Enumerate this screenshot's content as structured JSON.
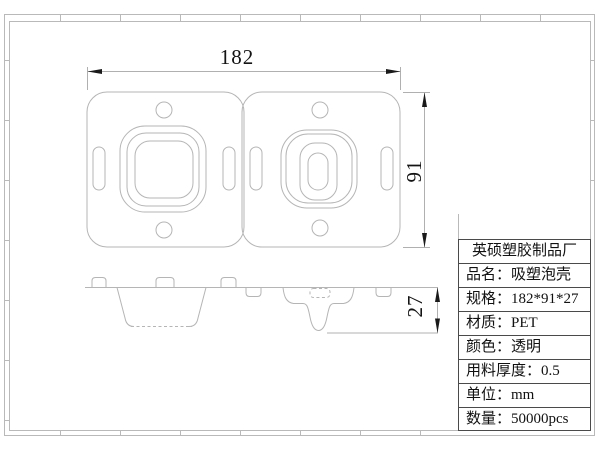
{
  "drawing": {
    "dimensions": {
      "width_label": "182",
      "height_label": "91",
      "depth_label": "27"
    },
    "title_block": {
      "factory_name": "英硕塑胶制品厂",
      "rows": [
        {
          "label": "英硕塑胶制品厂"
        },
        {
          "label": "品名：吸塑泡壳"
        },
        {
          "label": "规格：182*91*27"
        },
        {
          "label": "材质：PET"
        },
        {
          "label": "颜色：透明"
        },
        {
          "label": "用料厚度：0.5"
        },
        {
          "label": "单位：mm"
        },
        {
          "label": "数量：50000pcs"
        }
      ]
    },
    "colors": {
      "outline": "#b5b5b5",
      "frame": "#b9b9b9",
      "table_border": "#4a4a4a",
      "text": "#141414"
    }
  }
}
